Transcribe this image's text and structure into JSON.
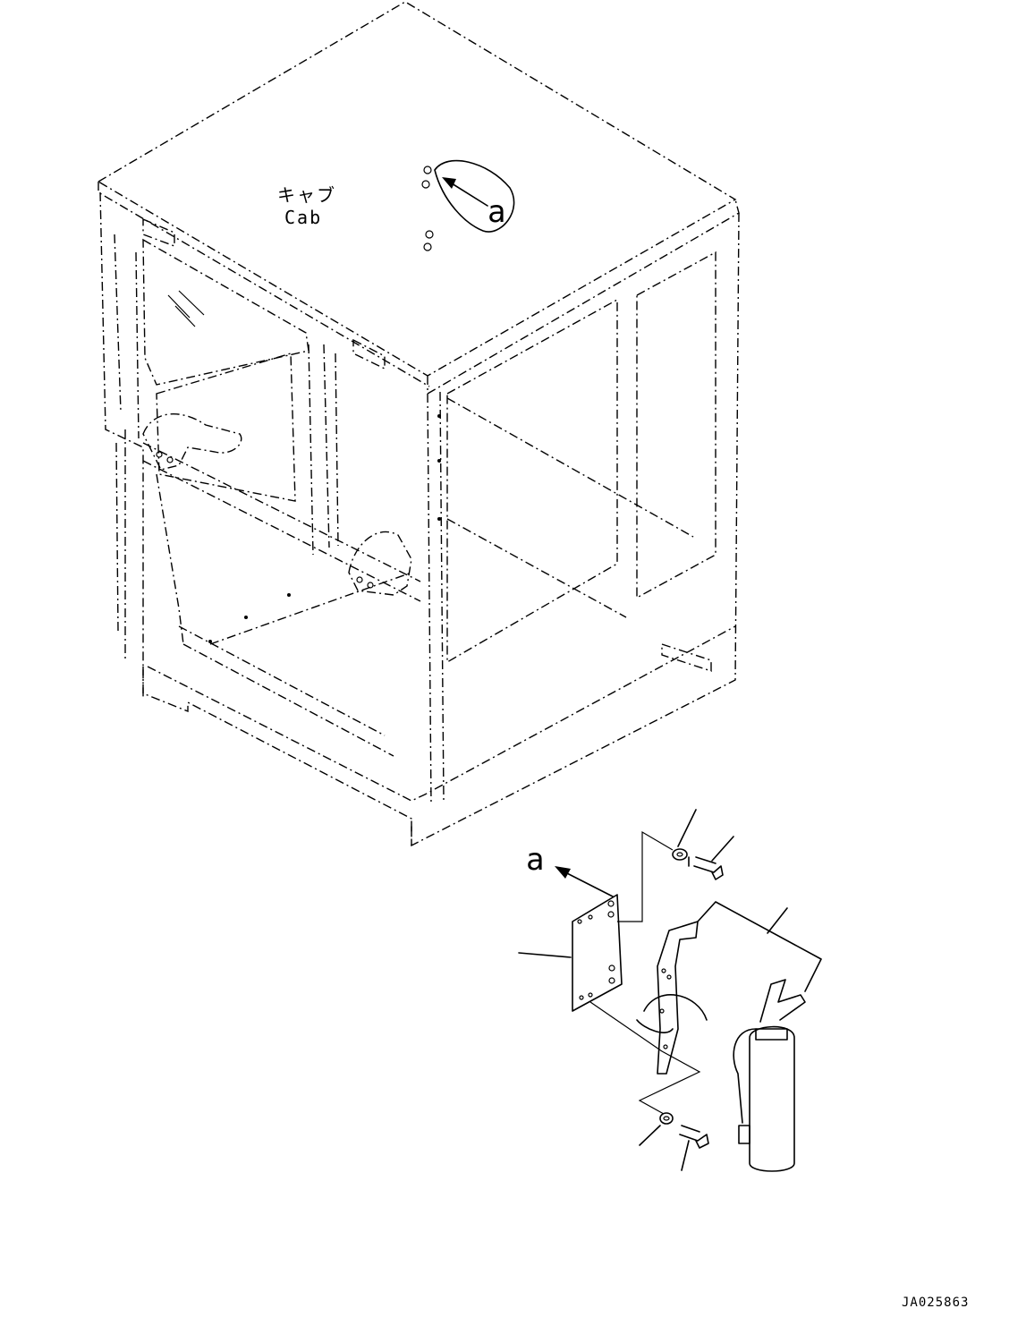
{
  "labels": {
    "cab_jp": "キャブ",
    "cab_en": "Cab",
    "view_a_top": "a",
    "view_a_bottom": "a",
    "drawing_code": "JA025863"
  },
  "parts": [
    "cab",
    "mounting-plate",
    "bracket",
    "fire-extinguisher",
    "bolt",
    "washer"
  ],
  "colors": {
    "line": "#000000",
    "background": "#ffffff"
  }
}
